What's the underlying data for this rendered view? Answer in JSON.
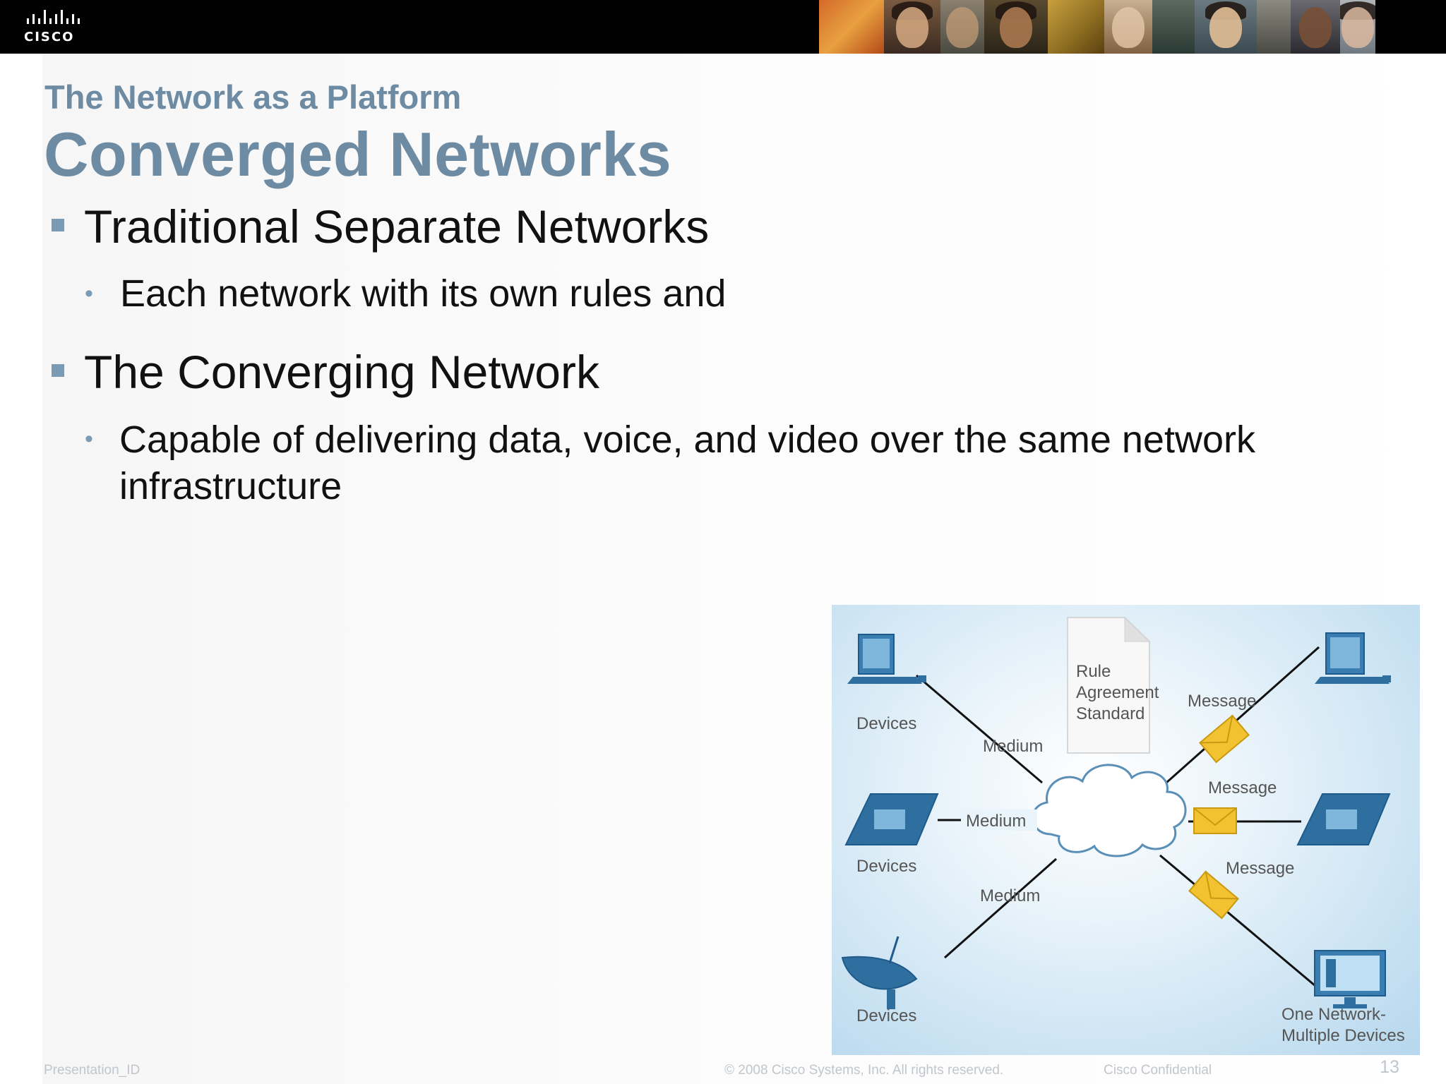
{
  "header": {
    "logo_text": "CISCO"
  },
  "slide": {
    "subtitle": "The Network as a Platform",
    "title": "Converged Networks",
    "bullets": [
      {
        "text": "Traditional Separate Networks",
        "subs": [
          "Each network with its own rules and"
        ]
      },
      {
        "text": "The Converging Network",
        "subs": [
          "Capable of delivering data, voice, and video over the same network",
          "infrastructure"
        ]
      }
    ]
  },
  "diagram": {
    "rule_doc": [
      "Rule",
      "Agreement",
      "Standard"
    ],
    "devices_labels": [
      "Devices",
      "Devices",
      "Devices"
    ],
    "medium_labels": [
      "Medium",
      "Medium",
      "Medium"
    ],
    "message_labels": [
      "Message",
      "Message",
      "Message"
    ],
    "right_label": [
      "One Network-",
      "Multiple Devices"
    ]
  },
  "footer": {
    "left": "Presentation_ID",
    "copyright": "© 2008 Cisco Systems, Inc. All rights reserved.",
    "confidential": "Cisco Confidential",
    "page": "13"
  },
  "colors": {
    "title": "#6d8ba3",
    "bullet": "#7b9ab4",
    "device_blue": "#2f6f9f",
    "envelope": "#f2c230"
  }
}
